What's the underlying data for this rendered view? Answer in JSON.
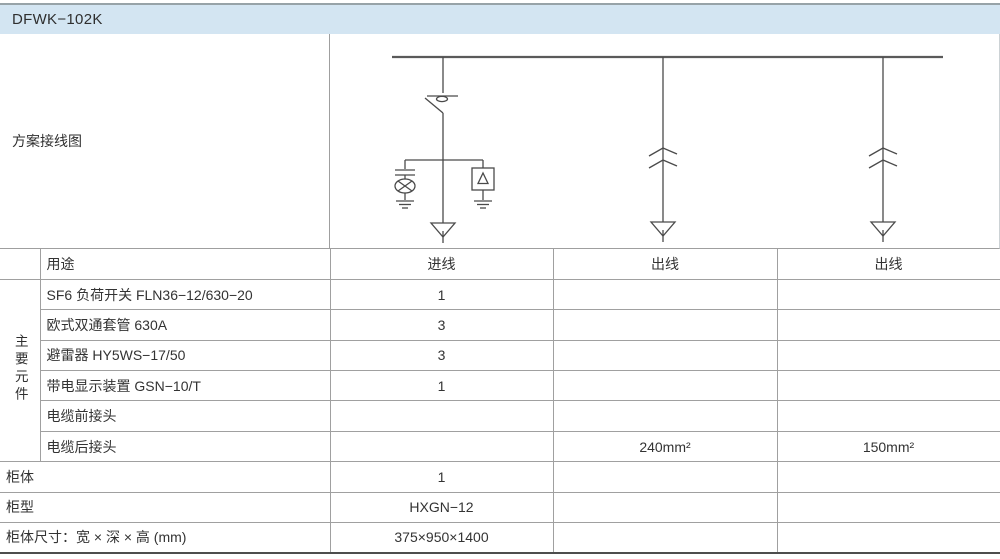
{
  "title": "DFWK−102K",
  "diagram": {
    "label": "方案接线图",
    "symbols": [
      "busbar",
      "load-break-switch",
      "capacitor-divider",
      "voltage-indicator-lamp",
      "surge-arrester",
      "earth-ground",
      "cable-plug-connector",
      "cable-termination-arrow"
    ],
    "stroke_color": "#4a4a4a"
  },
  "colors": {
    "titlebar_bg": "#d3e5f2",
    "titlebar_border": "#97a3a8",
    "table_border": "#a0a0a0",
    "table_bottom_border": "#4d4d4d",
    "text": "#333333"
  },
  "table": {
    "header": {
      "usage": "用途",
      "incoming": "进线",
      "outgoing1": "出线",
      "outgoing2": "出线"
    },
    "group_label": "主要元件",
    "rows": [
      {
        "name": "SF6 负荷开关 FLN36−12/630−20",
        "incoming": "1",
        "outgoing1": "",
        "outgoing2": ""
      },
      {
        "name": "欧式双通套管 630A",
        "incoming": "3",
        "outgoing1": "",
        "outgoing2": ""
      },
      {
        "name": "避雷器 HY5WS−17/50",
        "incoming": "3",
        "outgoing1": "",
        "outgoing2": ""
      },
      {
        "name": "带电显示装置 GSN−10/T",
        "incoming": "1",
        "outgoing1": "",
        "outgoing2": ""
      },
      {
        "name": "电缆前接头",
        "incoming": "",
        "outgoing1": "",
        "outgoing2": ""
      },
      {
        "name": "电缆后接头",
        "incoming": "",
        "outgoing1": "240mm²",
        "outgoing2": "150mm²"
      }
    ],
    "footer_rows": [
      {
        "name": "柜体",
        "incoming": "1",
        "outgoing1": "",
        "outgoing2": ""
      },
      {
        "name": "柜型",
        "incoming": "HXGN−12",
        "outgoing1": "",
        "outgoing2": ""
      },
      {
        "name": "柜体尺寸：宽 × 深 × 高 (mm)",
        "incoming": "375×950×1400",
        "outgoing1": "",
        "outgoing2": ""
      }
    ]
  }
}
